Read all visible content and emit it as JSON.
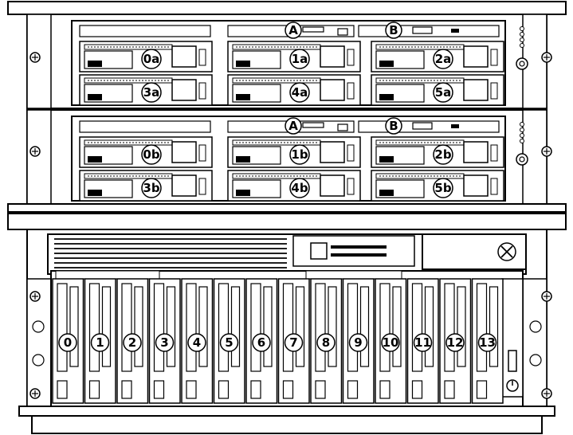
{
  "diagram": {
    "colors": {
      "line": "#000000",
      "panel": "#ffffff",
      "shade": "#d9d9d9",
      "dark": "#555555"
    },
    "enclosure_top": {
      "port_labels": [
        "A",
        "B"
      ],
      "bays": [
        "0a",
        "1a",
        "2a",
        "3a",
        "4a",
        "5a"
      ]
    },
    "enclosure_mid": {
      "port_labels": [
        "A",
        "B"
      ],
      "bays": [
        "0b",
        "1b",
        "2b",
        "3b",
        "4b",
        "5b"
      ]
    },
    "enclosure_bottom": {
      "bays": [
        "0",
        "1",
        "2",
        "3",
        "4",
        "5",
        "6",
        "7",
        "8",
        "9",
        "10",
        "11",
        "12",
        "13"
      ],
      "icons": [
        "close-icon",
        "power-icon"
      ]
    }
  }
}
